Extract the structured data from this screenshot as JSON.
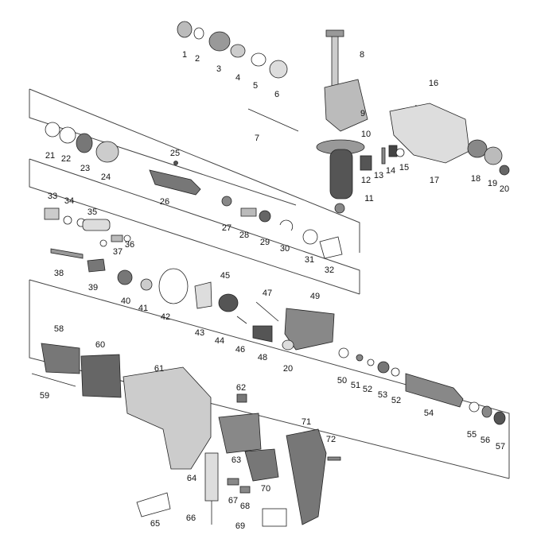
{
  "diagram": {
    "type": "exploded-parts-view",
    "callouts": [
      "1",
      "2",
      "3",
      "4",
      "5",
      "6",
      "7",
      "8",
      "9",
      "10",
      "11",
      "12",
      "13",
      "14",
      "15",
      "16",
      "17",
      "18",
      "19",
      "20",
      "20",
      "21",
      "22",
      "23",
      "24",
      "25",
      "26",
      "27",
      "28",
      "29",
      "30",
      "31",
      "32",
      "33",
      "34",
      "35",
      "36",
      "37",
      "38",
      "39",
      "40",
      "41",
      "42",
      "43",
      "44",
      "45",
      "46",
      "47",
      "48",
      "49",
      "50",
      "51",
      "52",
      "52",
      "53",
      "54",
      "55",
      "56",
      "57",
      "58",
      "59",
      "60",
      "61",
      "62",
      "63",
      "64",
      "65",
      "66",
      "67",
      "68",
      "69",
      "70",
      "71",
      "72"
    ]
  }
}
